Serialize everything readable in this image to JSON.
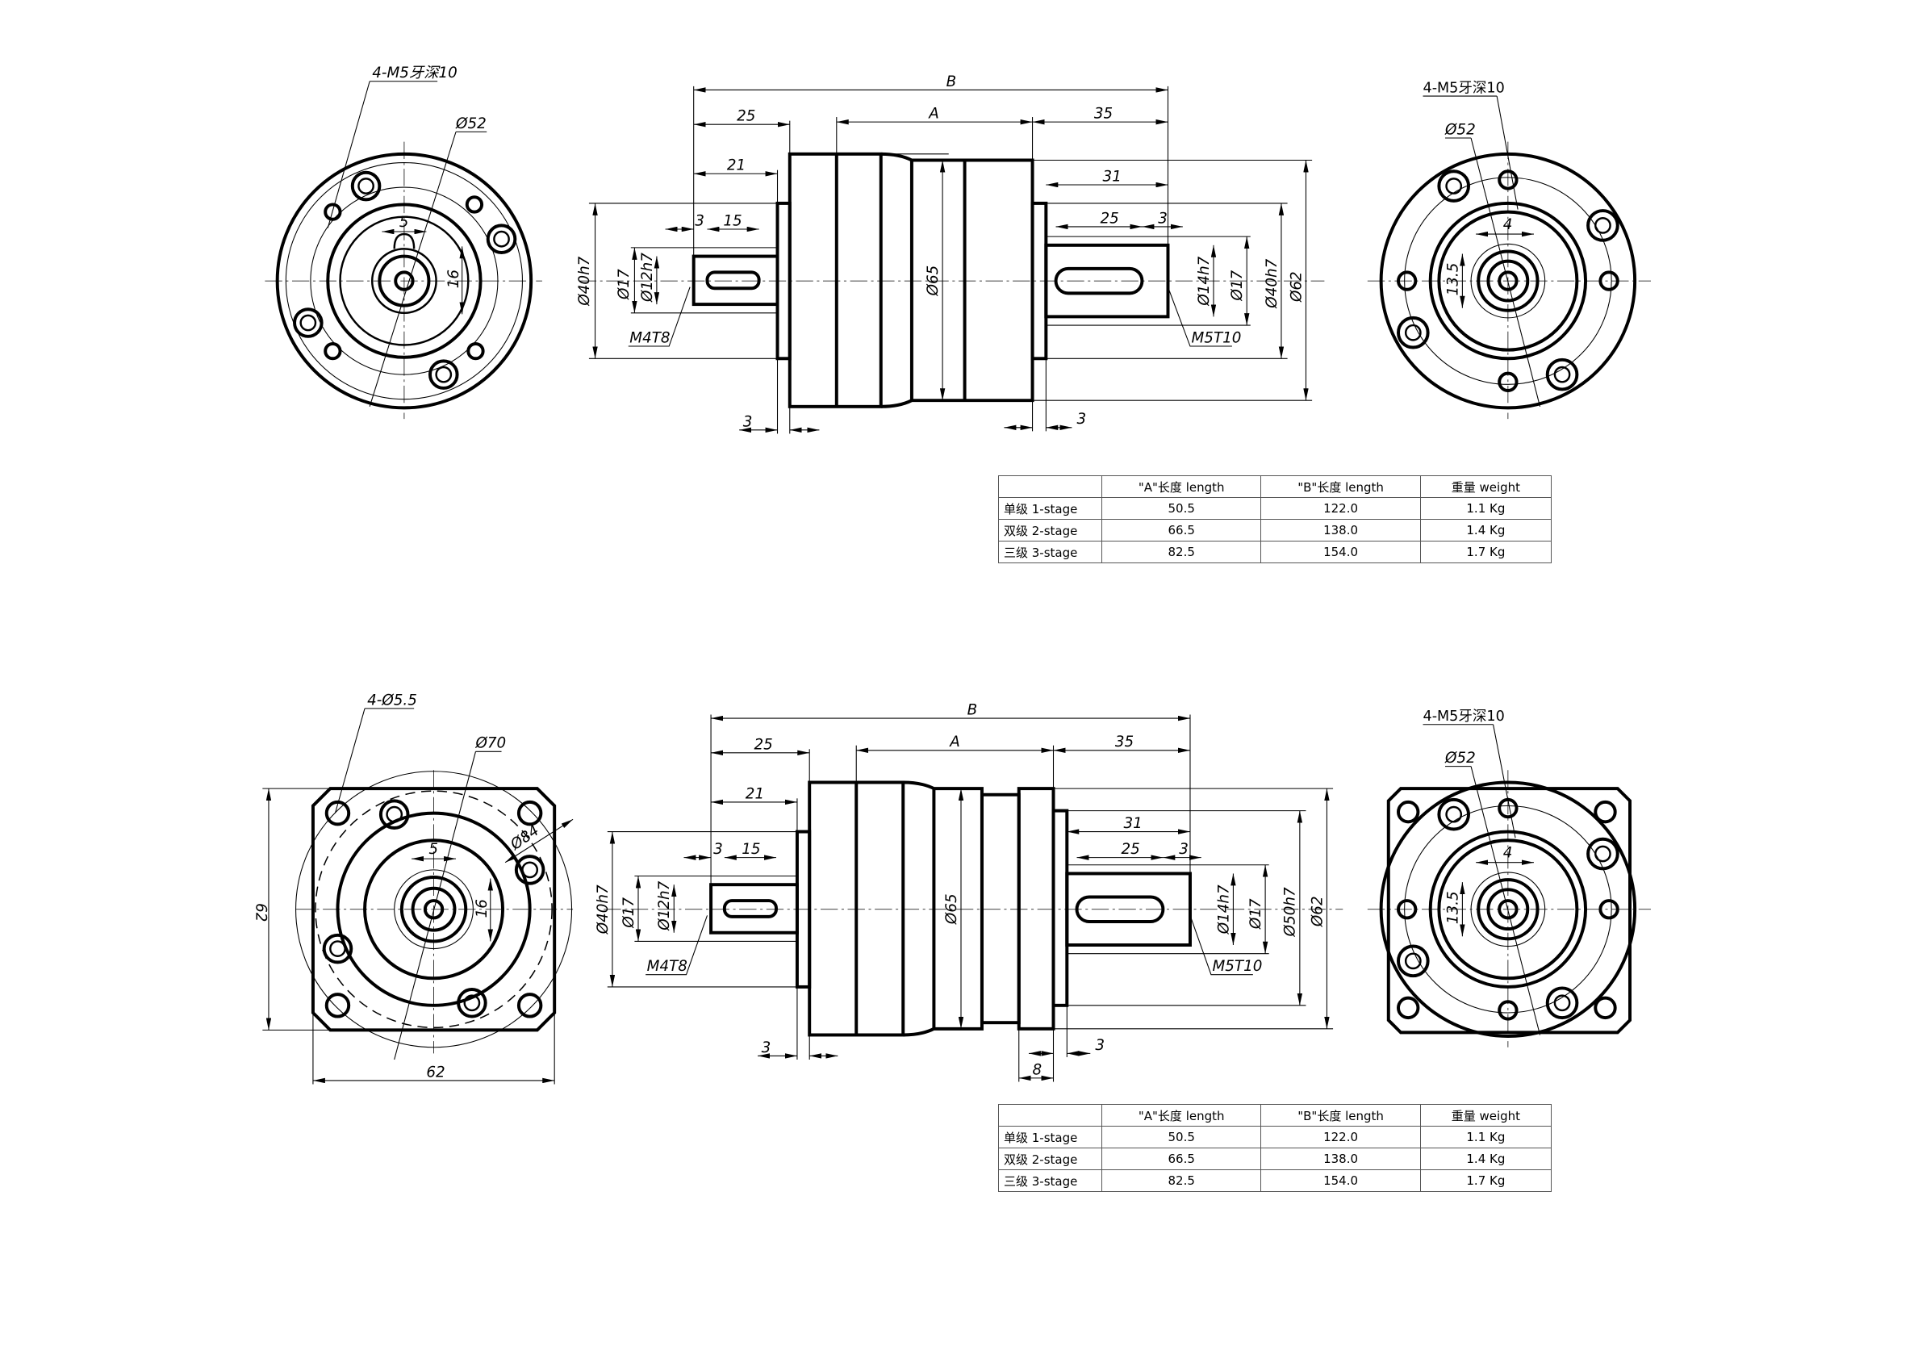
{
  "drawing_top": {
    "front": {
      "bolt_note": "4-M5牙深10",
      "pcd": "Ø52",
      "key_width": "5",
      "shaft_h": "16"
    },
    "side": {
      "B": "B",
      "A": "A",
      "d25": "25",
      "d35": "35",
      "d21": "21",
      "d3a": "3",
      "d15": "15",
      "d31": "31",
      "d25r": "25",
      "d3r": "3",
      "d40h7_l": "Ø40h7",
      "d17_l": "Ø17",
      "d12h7": "Ø12h7",
      "d65": "Ø65",
      "d14h7": "Ø14h7",
      "d17_r": "Ø17",
      "d40h7_r": "Ø40h7",
      "d62": "Ø62",
      "m4": "M4T8",
      "m5": "M5T10",
      "d3_bl": "3",
      "d3_br": "3"
    },
    "rear": {
      "bolt_note": "4-M5牙深10",
      "pcd": "Ø52",
      "key_width": "4",
      "shaft_h": "13.5"
    }
  },
  "drawing_bottom": {
    "front": {
      "hole_note": "4-Ø5.5",
      "d70": "Ø70",
      "d84": "Ø84",
      "key_width": "5",
      "shaft_h": "16",
      "h62": "62",
      "w62": "62"
    },
    "side": {
      "B": "B",
      "A": "A",
      "d25": "25",
      "d35": "35",
      "d21": "21",
      "d3a": "3",
      "d15": "15",
      "d31": "31",
      "d25r": "25",
      "d3r": "3",
      "d40h7_l": "Ø40h7",
      "d17_l": "Ø17",
      "d12h7": "Ø12h7",
      "d65": "Ø65",
      "d14h7": "Ø14h7",
      "d17_r": "Ø17",
      "d50h7": "Ø50h7",
      "d62": "Ø62",
      "m4": "M4T8",
      "m5": "M5T10",
      "d3_bl": "3",
      "d8": "8",
      "d3_br": "3"
    },
    "rear": {
      "bolt_note": "4-M5牙深10",
      "pcd": "Ø52",
      "key_width": "4",
      "shaft_h": "13.5"
    }
  },
  "table_header": [
    "",
    "\"A\"长度 length",
    "\"B\"长度 length",
    "重量 weight"
  ],
  "table_rows": [
    [
      "单级 1-stage",
      "50.5",
      "122.0",
      "1.1 Kg"
    ],
    [
      "双级 2-stage",
      "66.5",
      "138.0",
      "1.4 Kg"
    ],
    [
      "三级 3-stage",
      "82.5",
      "154.0",
      "1.7 Kg"
    ]
  ]
}
